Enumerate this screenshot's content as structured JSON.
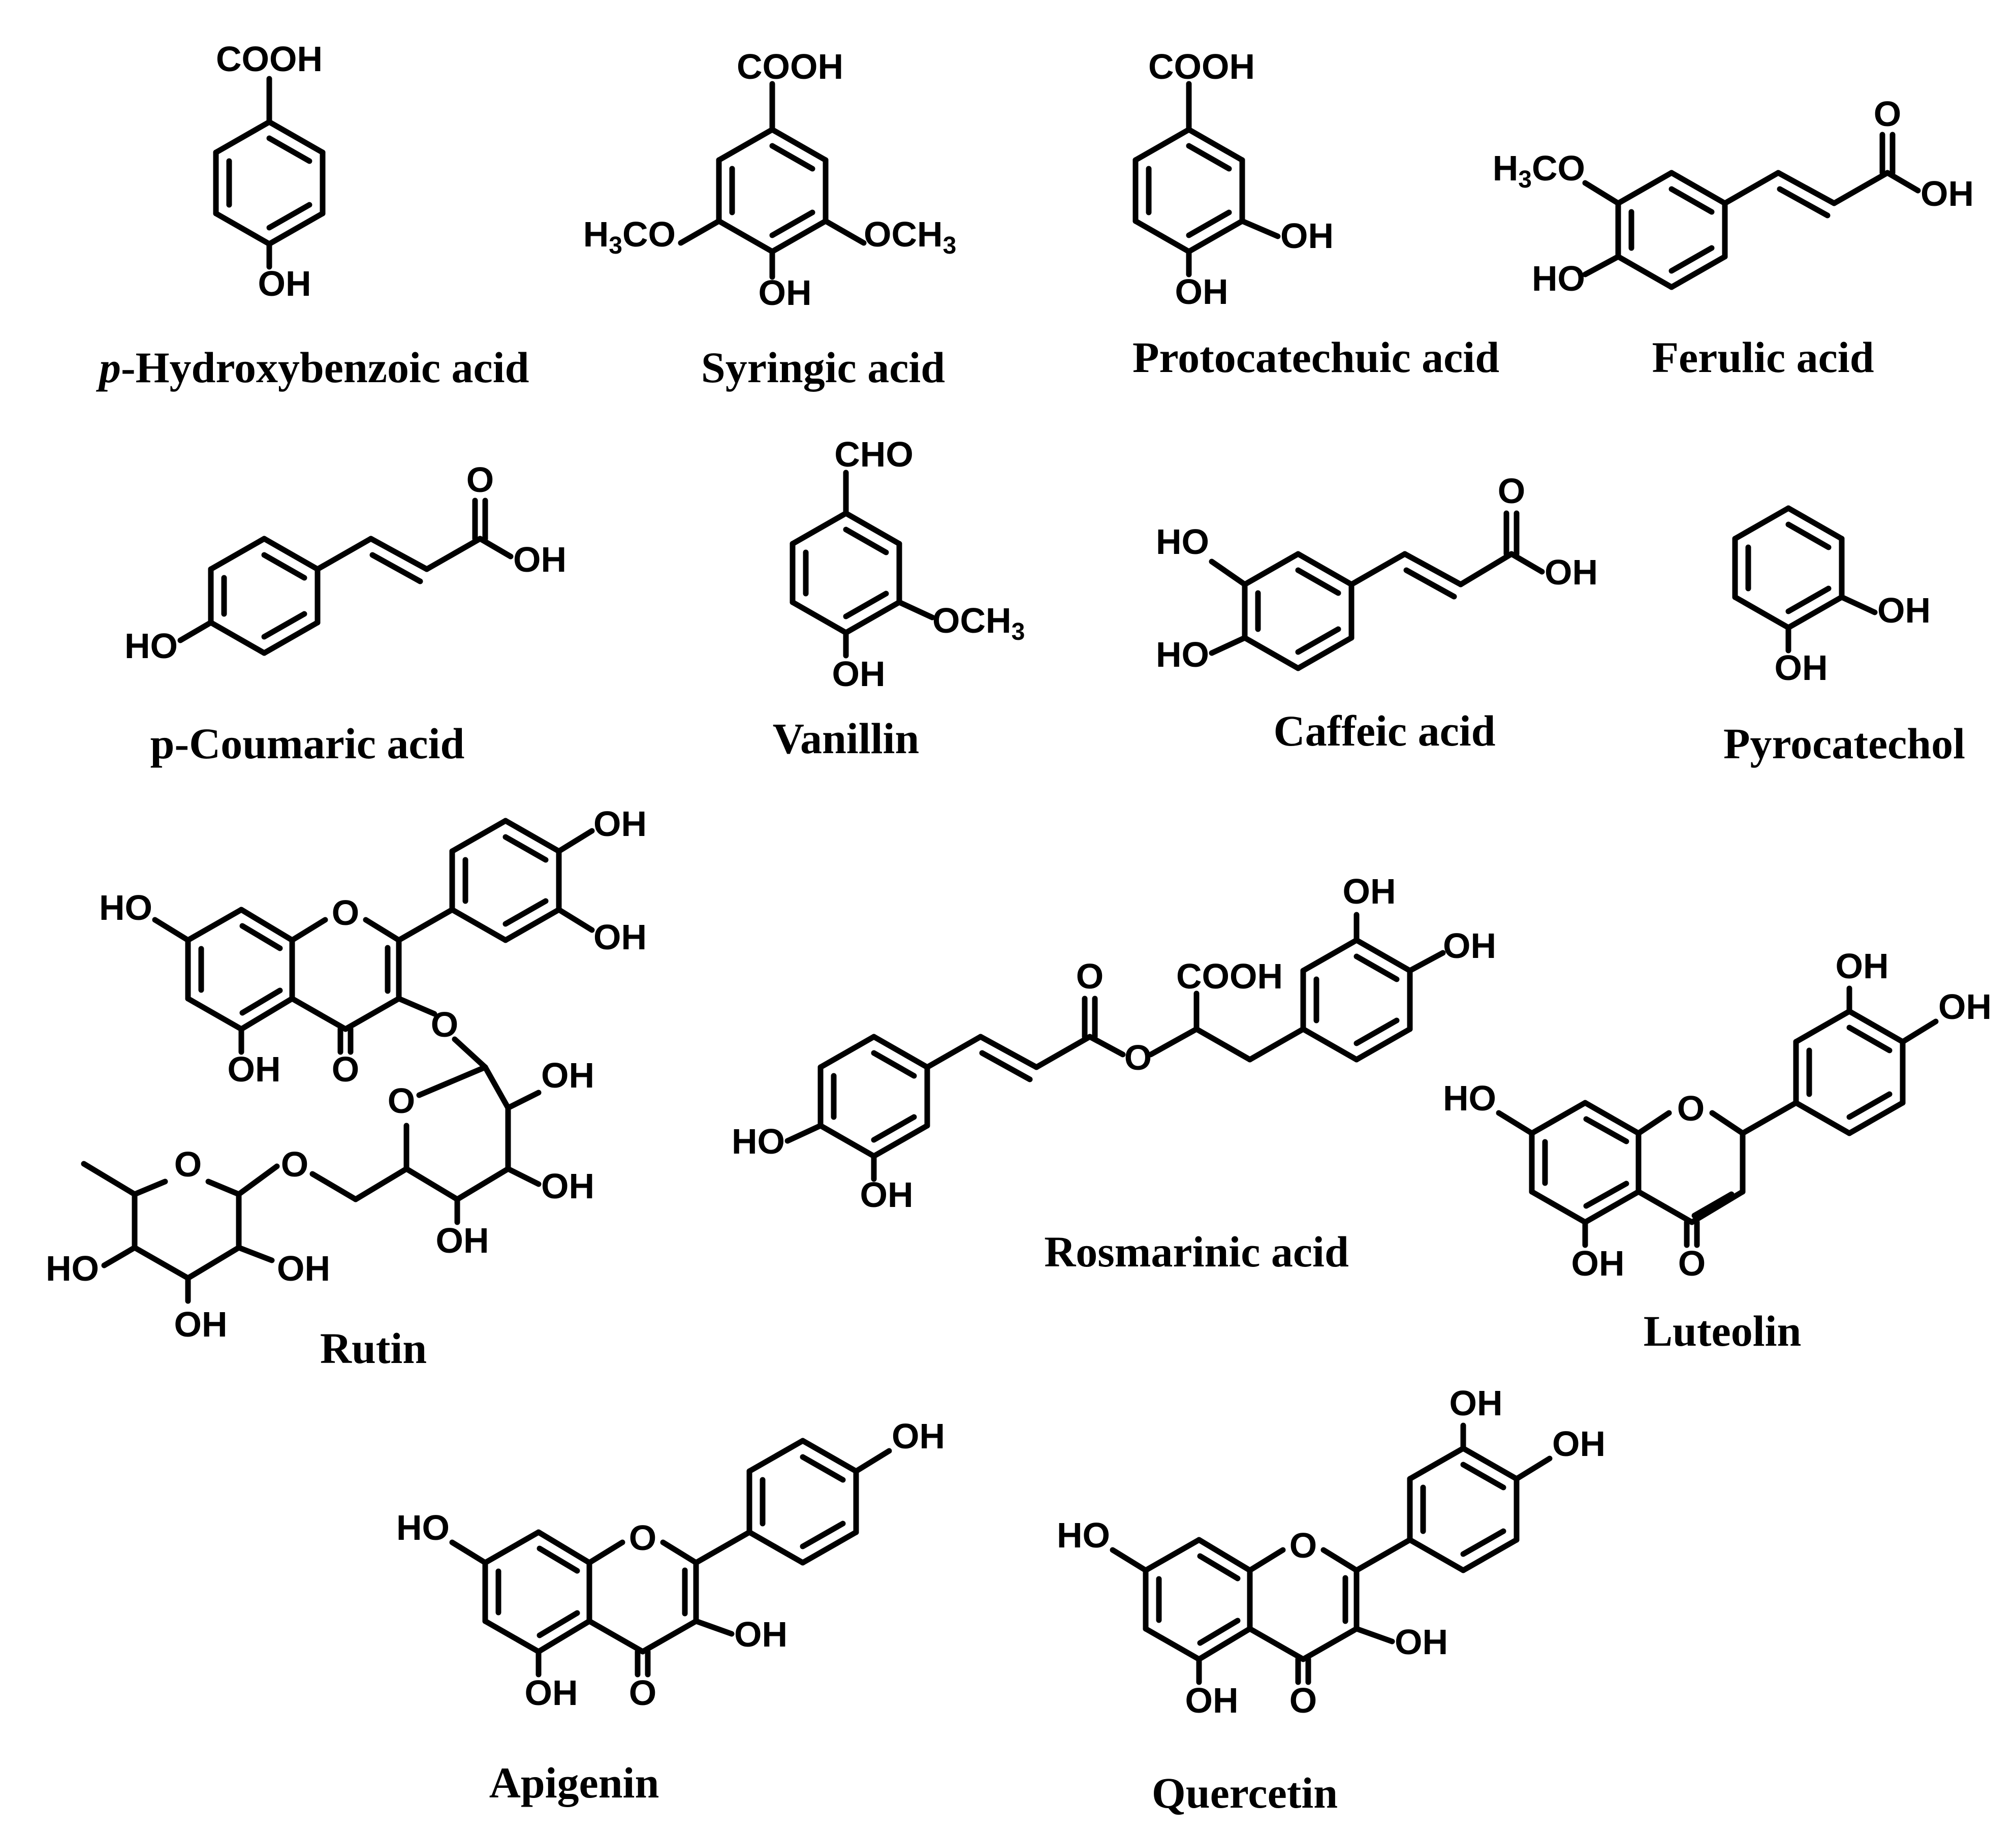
{
  "figure": {
    "background": "#ffffff",
    "ink": "#000000",
    "compounds": [
      {
        "id": "hydroxybenzoic",
        "prefix": "p",
        "name": "-Hydroxybenzoic acid",
        "atoms": [
          "COOH",
          "OH"
        ]
      },
      {
        "id": "syringic",
        "name": "Syringic acid",
        "atoms": [
          "COOH",
          "H3CO",
          "OCH3",
          "OH"
        ]
      },
      {
        "id": "protocatechuic",
        "name": "Protocatechuic acid",
        "atoms": [
          "COOH",
          "OH",
          "OH"
        ]
      },
      {
        "id": "ferulic",
        "name": "Ferulic acid",
        "atoms": [
          "H3CO",
          "HO",
          "O",
          "OH"
        ]
      },
      {
        "id": "coumaric",
        "name": "p-Coumaric acid",
        "atoms": [
          "O",
          "OH",
          "HO"
        ]
      },
      {
        "id": "vanillin",
        "name": "Vanillin",
        "atoms": [
          "CHO",
          "OCH3",
          "OH"
        ]
      },
      {
        "id": "caffeic",
        "name": "Caffeic acid",
        "atoms": [
          "HO",
          "HO",
          "O",
          "OH"
        ]
      },
      {
        "id": "pyrocatechol",
        "name": "Pyrocatechol",
        "atoms": [
          "OH",
          "OH"
        ]
      },
      {
        "id": "rutin",
        "name": "Rutin",
        "atoms": [
          "OH",
          "OH",
          "HO",
          "O",
          "O",
          "OH",
          "O",
          "O",
          "OH",
          "O",
          "O",
          "OH",
          "OH",
          "HO",
          "OH",
          "OH"
        ]
      },
      {
        "id": "rosmarinic",
        "name": "Rosmarinic acid",
        "atoms": [
          "OH",
          "OH",
          "O",
          "COOH",
          "O",
          "HO",
          "OH"
        ]
      },
      {
        "id": "luteolin",
        "name": "Luteolin",
        "atoms": [
          "OH",
          "OH",
          "HO",
          "O",
          "OH",
          "O"
        ]
      },
      {
        "id": "apigenin",
        "name": "Apigenin",
        "atoms": [
          "OH",
          "HO",
          "O",
          "OH",
          "OH",
          "O"
        ]
      },
      {
        "id": "quercetin",
        "name": "Quercetin",
        "atoms": [
          "OH",
          "OH",
          "HO",
          "O",
          "OH",
          "OH",
          "O"
        ]
      }
    ]
  }
}
